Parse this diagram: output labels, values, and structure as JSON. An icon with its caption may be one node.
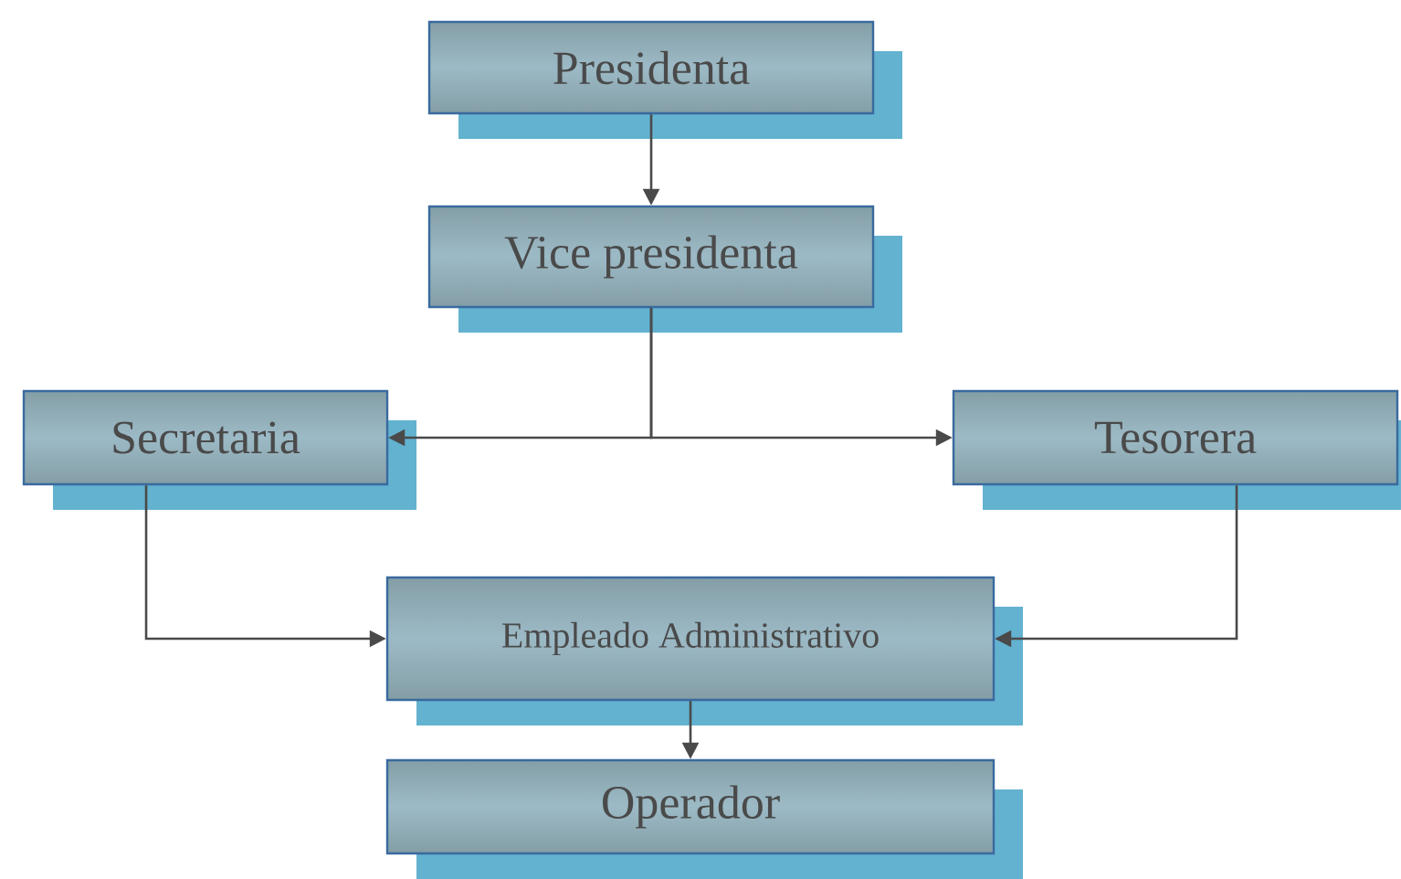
{
  "diagram": {
    "nodes": [
      {
        "text": [
          "Presidenta"
        ]
      },
      {
        "text": [
          "Vice presidenta"
        ]
      },
      {
        "text": [
          "Secretaria"
        ]
      },
      {
        "text": [
          "Tesorera"
        ]
      },
      {
        "text": [
          "Empleado Administrativo"
        ]
      },
      {
        "text": [
          "Operador"
        ]
      }
    ],
    "edges": [
      {
        "from": 0,
        "to": 1,
        "arrow": "to"
      },
      {
        "from": 1,
        "to": 2,
        "arrow": "to"
      },
      {
        "from": 1,
        "to": 3,
        "arrow": "to"
      },
      {
        "from": 2,
        "to": 4,
        "arrow": "to"
      },
      {
        "from": 3,
        "to": 4,
        "arrow": "to"
      },
      {
        "from": 4,
        "to": 5,
        "arrow": "to"
      }
    ]
  }
}
